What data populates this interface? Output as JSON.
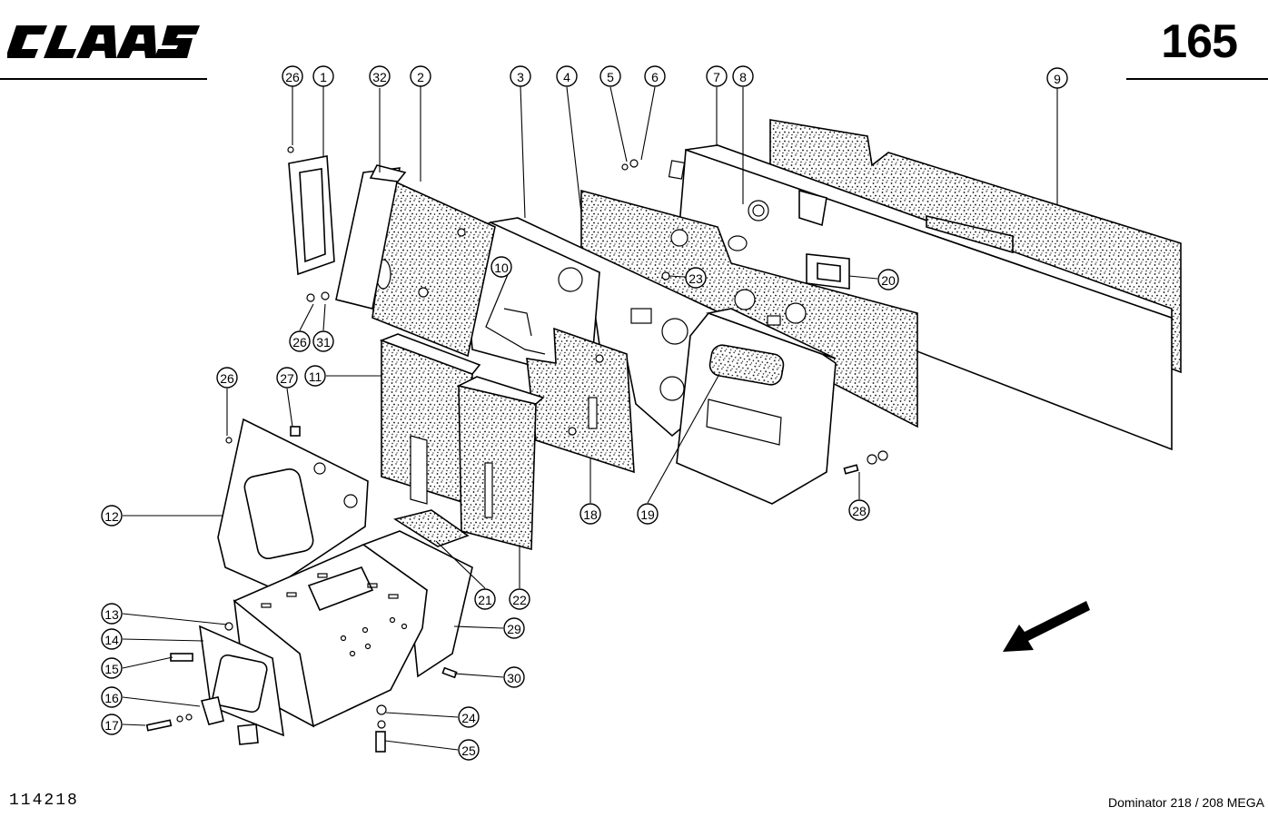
{
  "header": {
    "brand": "CLAAS",
    "page_number": "165"
  },
  "footer": {
    "drawing_number": "114218",
    "model": "Dominator 218 / 208 MEGA"
  },
  "callouts": [
    "26",
    "1",
    "32",
    "2",
    "3",
    "4",
    "5",
    "6",
    "7",
    "8",
    "9",
    "10",
    "23",
    "20",
    "26",
    "31",
    "26",
    "27",
    "11",
    "18",
    "19",
    "28",
    "12",
    "21",
    "22",
    "13",
    "14",
    "15",
    "16",
    "17",
    "29",
    "30",
    "24",
    "25"
  ],
  "direction_arrow": "arrow-icon"
}
